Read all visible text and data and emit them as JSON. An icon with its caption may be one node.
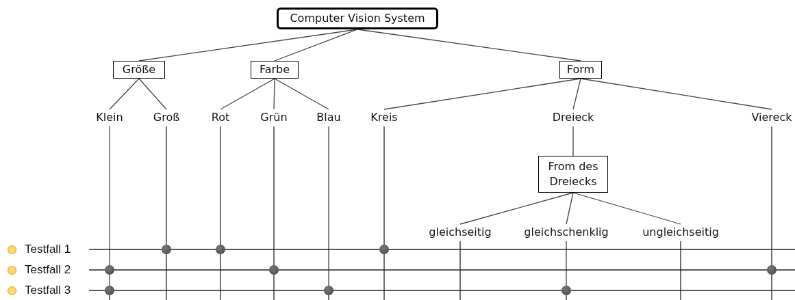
{
  "diagram": {
    "nodes": [
      {
        "text": [
          "Computer Vision System"
        ]
      },
      {
        "text": [
          "Größe"
        ]
      },
      {
        "text": [
          "Farbe"
        ]
      },
      {
        "text": [
          "Form"
        ]
      },
      {
        "text": [
          "Klein"
        ]
      },
      {
        "text": [
          "Groß"
        ]
      },
      {
        "text": [
          "Rot"
        ]
      },
      {
        "text": [
          "Grün"
        ]
      },
      {
        "text": [
          "Blau"
        ]
      },
      {
        "text": [
          "Kreis"
        ]
      },
      {
        "text": [
          "Dreieck"
        ]
      },
      {
        "text": [
          "Viereck"
        ]
      },
      {
        "text": [
          "From des Dreiecks"
        ]
      },
      {
        "text": [
          "gleichseitig"
        ]
      },
      {
        "text": [
          "gleichschenklig"
        ]
      },
      {
        "text": [
          "ungleichseitig"
        ]
      },
      {
        "text": [
          "Testfall 1"
        ]
      },
      {
        "text": [
          "Testfall 2"
        ]
      },
      {
        "text": [
          "Testfall 3"
        ]
      },
      {
        "text": [],
        "shape": "circle"
      },
      {
        "text": [],
        "shape": "circle"
      },
      {
        "text": [],
        "shape": "circle"
      },
      {
        "text": [],
        "shape": "circle"
      },
      {
        "text": [],
        "shape": "circle"
      },
      {
        "text": [],
        "shape": "circle"
      },
      {
        "text": [],
        "shape": "circle"
      },
      {
        "text": [],
        "shape": "circle"
      },
      {
        "text": [],
        "shape": "circle"
      }
    ],
    "edges": [
      {
        "from": 0,
        "to": 1,
        "arrow": "none"
      },
      {
        "from": 0,
        "to": 2,
        "arrow": "none"
      },
      {
        "from": 0,
        "to": 3,
        "arrow": "none"
      },
      {
        "from": 1,
        "to": 4,
        "arrow": "none"
      },
      {
        "from": 1,
        "to": 5,
        "arrow": "none"
      },
      {
        "from": 2,
        "to": 6,
        "arrow": "none"
      },
      {
        "from": 2,
        "to": 7,
        "arrow": "none"
      },
      {
        "from": 2,
        "to": 8,
        "arrow": "none"
      },
      {
        "from": 3,
        "to": 9,
        "arrow": "none"
      },
      {
        "from": 3,
        "to": 10,
        "arrow": "none"
      },
      {
        "from": 3,
        "to": 11,
        "arrow": "none"
      },
      {
        "from": 10,
        "to": 12,
        "arrow": "none"
      },
      {
        "from": 12,
        "to": 13,
        "arrow": "none"
      },
      {
        "from": 12,
        "to": 14,
        "arrow": "none"
      },
      {
        "from": 12,
        "to": 15,
        "arrow": "none"
      },
      {
        "from": 4,
        "to": 25,
        "arrow": "none"
      },
      {
        "from": 5,
        "to": null,
        "arrow": "none"
      },
      {
        "from": 6,
        "to": null,
        "arrow": "none"
      },
      {
        "from": 7,
        "to": null,
        "arrow": "none"
      },
      {
        "from": 8,
        "to": 26,
        "arrow": "none"
      },
      {
        "from": 9,
        "to": null,
        "arrow": "none"
      },
      {
        "from": 11,
        "to": null,
        "arrow": "none"
      },
      {
        "from": 13,
        "to": null,
        "arrow": "none"
      },
      {
        "from": 14,
        "to": 27,
        "arrow": "none"
      },
      {
        "from": 15,
        "to": null,
        "arrow": "none"
      },
      {
        "from": 16,
        "to": null,
        "arrow": "none"
      },
      {
        "from": 17,
        "to": null,
        "arrow": "none"
      },
      {
        "from": 18,
        "to": null,
        "arrow": "none"
      }
    ]
  }
}
